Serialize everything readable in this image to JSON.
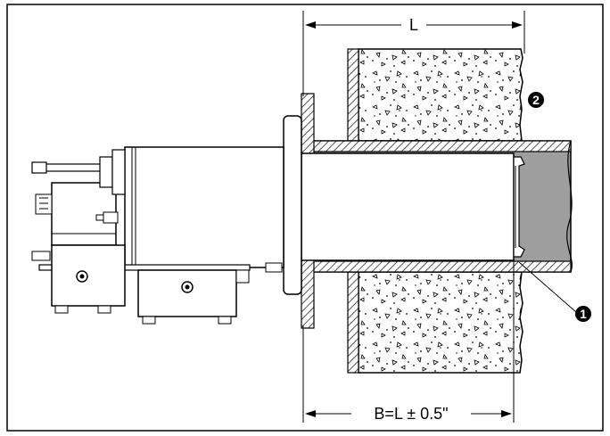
{
  "dimension_top": {
    "text": "L"
  },
  "dimension_bottom": {
    "text": "B=L ± 0.5\""
  },
  "callouts": [
    {
      "id": "1",
      "symbol": "❶"
    },
    {
      "id": "2",
      "symbol": "❷"
    }
  ],
  "colors": {
    "outline": "#000000",
    "pipe_gray": "#9e9e9e",
    "wall_hatch": "#555555",
    "body_white": "#ffffff"
  }
}
